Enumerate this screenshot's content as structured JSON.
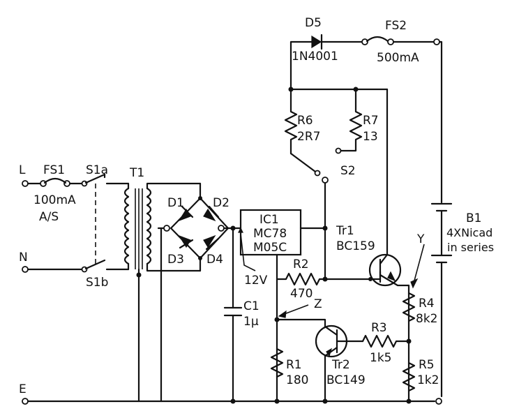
{
  "labels": {
    "mains_l": "L",
    "mains_n": "N",
    "mains_e": "E",
    "fs1_name": "FS1",
    "fs1_val1": "100mA",
    "fs1_val2": "A/S",
    "s1a": "S1a",
    "s1b": "S1b",
    "t1": "T1",
    "d1": "D1",
    "d2": "D2",
    "d3": "D3",
    "d4": "D4",
    "ic1_l1": "IC1",
    "ic1_l2": "MC78",
    "ic1_l3": "M05C",
    "v12": "12V",
    "c1_name": "C1",
    "c1_val": "1µ",
    "d5_name": "D5",
    "d5_val": "1N4001",
    "fs2_name": "FS2",
    "fs2_val": "500mA",
    "r6_name": "R6",
    "r6_val": "2R7",
    "r7_name": "R7",
    "r7_val": "13",
    "s2": "S2",
    "b1_name": "B1",
    "b1_l2": "4XNicad",
    "b1_l3": "in series",
    "tr1_name": "Tr1",
    "tr1_val": "BC159",
    "y": "Y",
    "r2_name": "R2",
    "r2_val": "470",
    "z": "Z",
    "r4_name": "R4",
    "r4_val": "8k2",
    "r3_name": "R3",
    "r3_val": "1k5",
    "r1_name": "R1",
    "r1_val": "180",
    "tr2_name": "Tr2",
    "tr2_val": "BC149",
    "r5_name": "R5",
    "r5_val": "1k2"
  }
}
